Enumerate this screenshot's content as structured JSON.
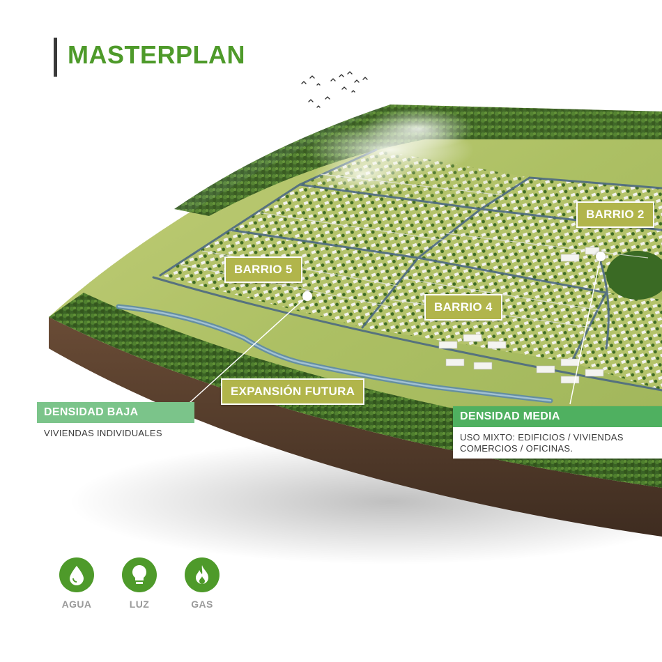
{
  "title": "MASTERPLAN",
  "colors": {
    "brand_green": "#4e9a2a",
    "barrio_olive": "#b1b54b",
    "density_low": "#7bc48a",
    "density_medium": "#4fb060",
    "soil": "#5a4030",
    "grass": "#b8c86a"
  },
  "barrios": [
    {
      "id": "barrio-2",
      "label": "BARRIO 2"
    },
    {
      "id": "barrio-5",
      "label": "BARRIO 5"
    },
    {
      "id": "barrio-4",
      "label": "BARRIO 4"
    }
  ],
  "expansion": {
    "label": "EXPANSIÓN FUTURA"
  },
  "density_low": {
    "heading": "DENSIDAD BAJA",
    "description": "VIVIENDAS INDIVIDUALES"
  },
  "density_medium": {
    "heading": "DENSIDAD MEDIA",
    "description_line1": "USO MIXTO: EDIFICIOS / VIVIENDAS",
    "description_line2": "COMERCIOS / OFICINAS."
  },
  "utilities": [
    {
      "label": "AGUA",
      "icon": "water-drop-icon"
    },
    {
      "label": "LUZ",
      "icon": "light-bulb-icon"
    },
    {
      "label": "GAS",
      "icon": "flame-icon"
    }
  ]
}
